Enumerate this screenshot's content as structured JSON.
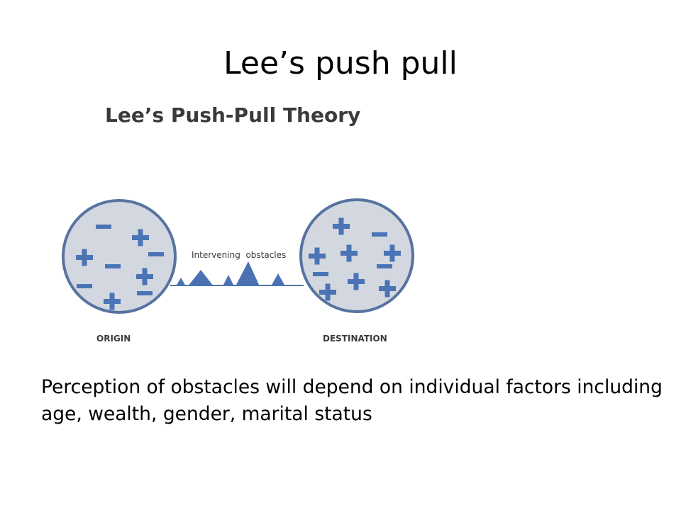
{
  "slide": {
    "title": "Lee’s push pull",
    "caption": "Perception of obstacles will depend on individual factors including age, wealth, gender, marital status"
  },
  "figure": {
    "heading": "Lee’s Push-Pull Theory",
    "obstacles_label": "Intervening  obstacles",
    "origin_label": "ORIGIN",
    "destination_label": "DESTINATION",
    "colors": {
      "circle_fill": "#d3d7e0",
      "circle_stroke": "#57739f",
      "symbol": "#4a74b5",
      "mountain": "#4a72b3",
      "text": "#3a3a3a"
    }
  }
}
